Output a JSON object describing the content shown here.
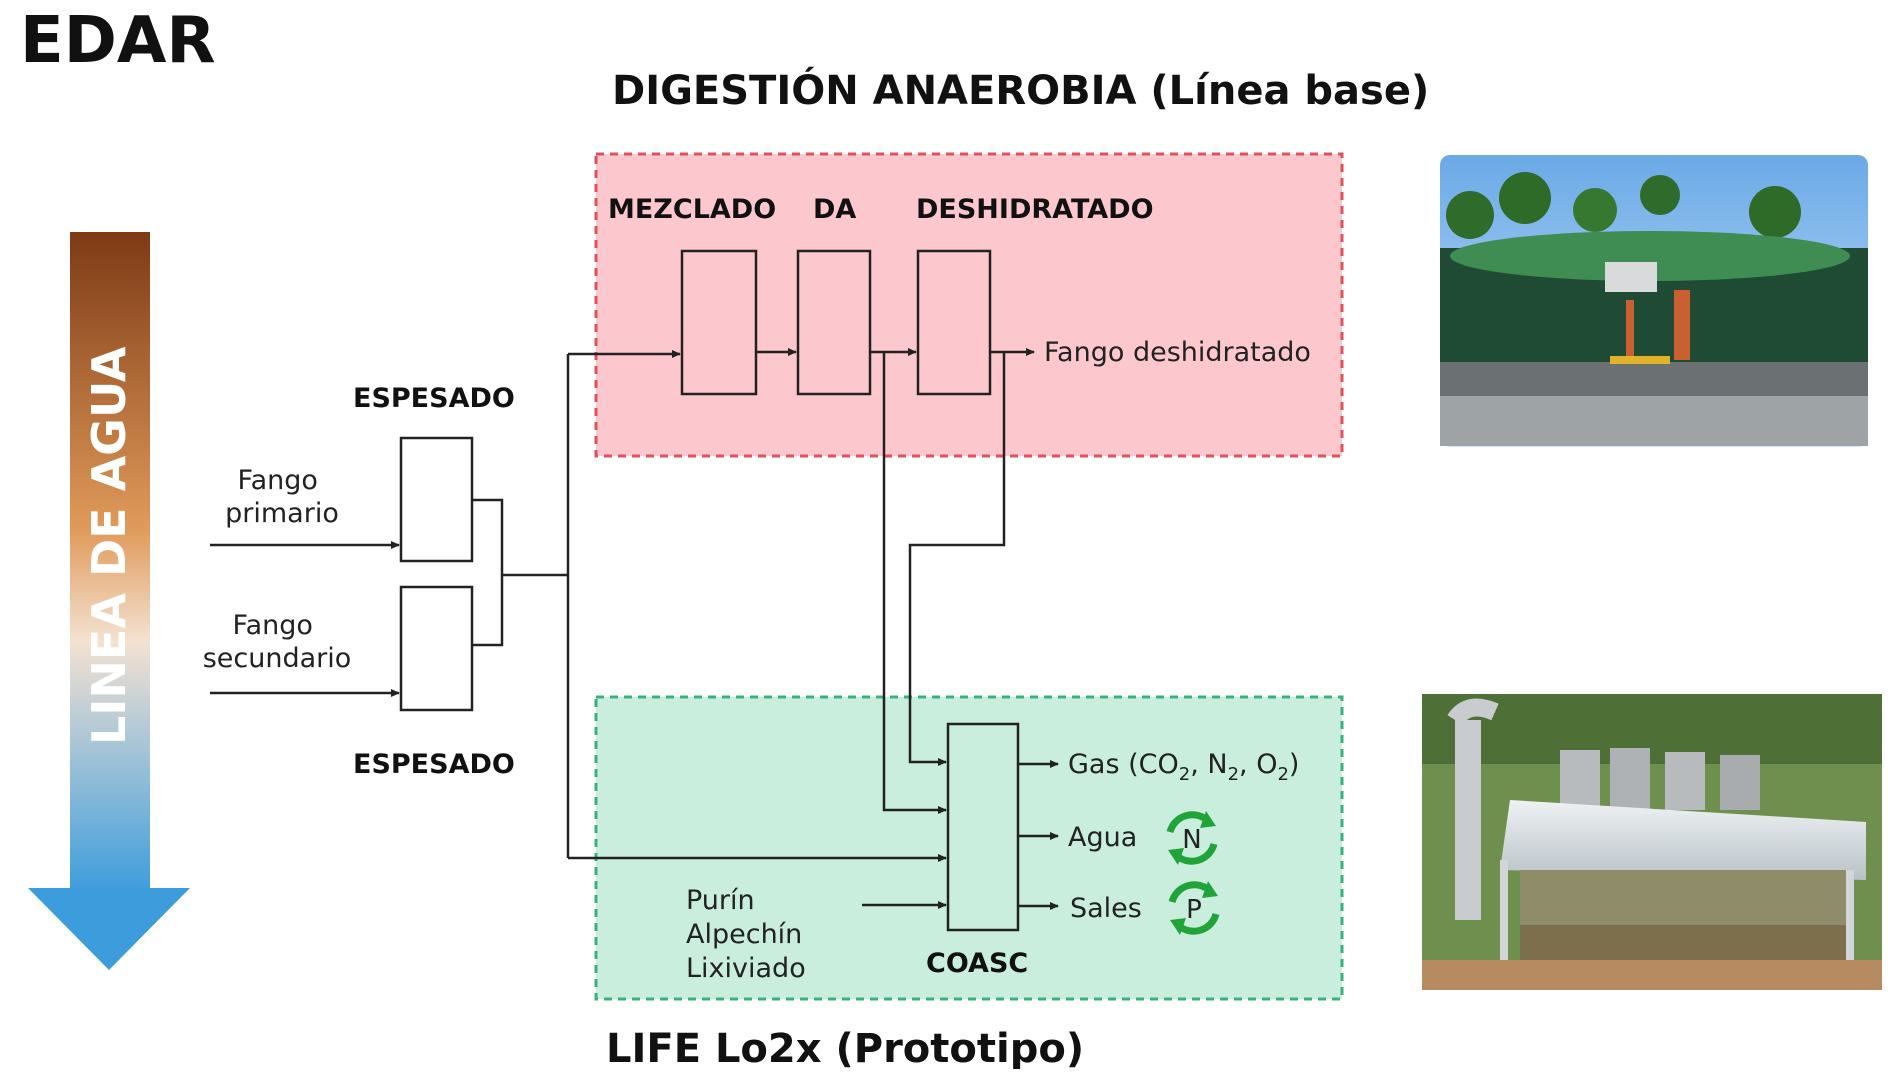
{
  "title": "EDAR",
  "sections": {
    "top": "DIGESTIÓN ANAEROBIA (Línea base)",
    "bottom": "LIFE Lo2x (Prototipo)"
  },
  "water_line": "LINEA DE AGUA",
  "stages": {
    "mezclado": "MEZCLADO",
    "da": "DA",
    "deshidratado": "DESHIDRATADO",
    "espesado_top": "ESPESADO",
    "espesado_bottom": "ESPESADO",
    "coasc": "COASC"
  },
  "inputs": {
    "fango_primario": [
      "Fango",
      "primario"
    ],
    "fango_secundario": [
      "Fango",
      "secundario"
    ],
    "external": [
      "Purín",
      "Alpechín",
      "Lixiviado"
    ]
  },
  "outputs": {
    "fango_deshidratado": "Fango deshidratado",
    "gas_prefix": "Gas (CO",
    "gas_sub1": "2",
    "gas_sep1": ", N",
    "gas_sub2": "2",
    "gas_sep2": ", O",
    "gas_sub3": "2",
    "gas_suffix": ")",
    "agua": "Agua",
    "sales": "Sales"
  },
  "recovery_icons": {
    "nitrogen": "N",
    "phosphorus": "P"
  },
  "colors": {
    "top_box_fill": "#fdc8cd",
    "top_box_border": "#e0505e",
    "bottom_box_fill": "#c9eedd",
    "bottom_box_border": "#37b27a",
    "arrow_top": "#7d3a15",
    "arrow_mid": "#e09a5a",
    "arrow_bottom": "#3d9ddc",
    "recycle_green": "#22a33a"
  },
  "icons": {
    "water_arrow": "down-arrow-gradient",
    "recycle": "recycle-arrows-icon",
    "photo_top": "anaerobic-digester-photo",
    "photo_bottom": "pilot-plant-photo"
  }
}
